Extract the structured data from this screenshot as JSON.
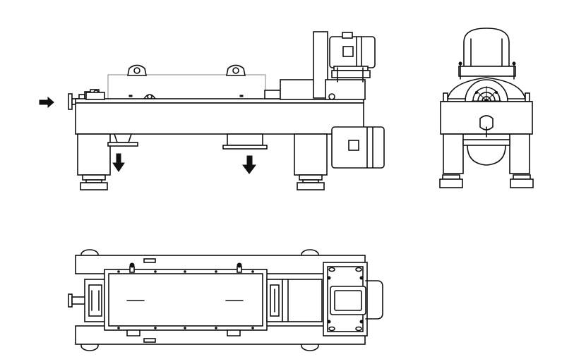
{
  "figure": {
    "views": [
      "side-view",
      "end-view",
      "top-view"
    ],
    "arrows": {
      "feed_inlet": "right",
      "discharge_solids": "down",
      "discharge_liquid": "down"
    },
    "line_color": "#111111",
    "background_color": "#ffffff"
  }
}
